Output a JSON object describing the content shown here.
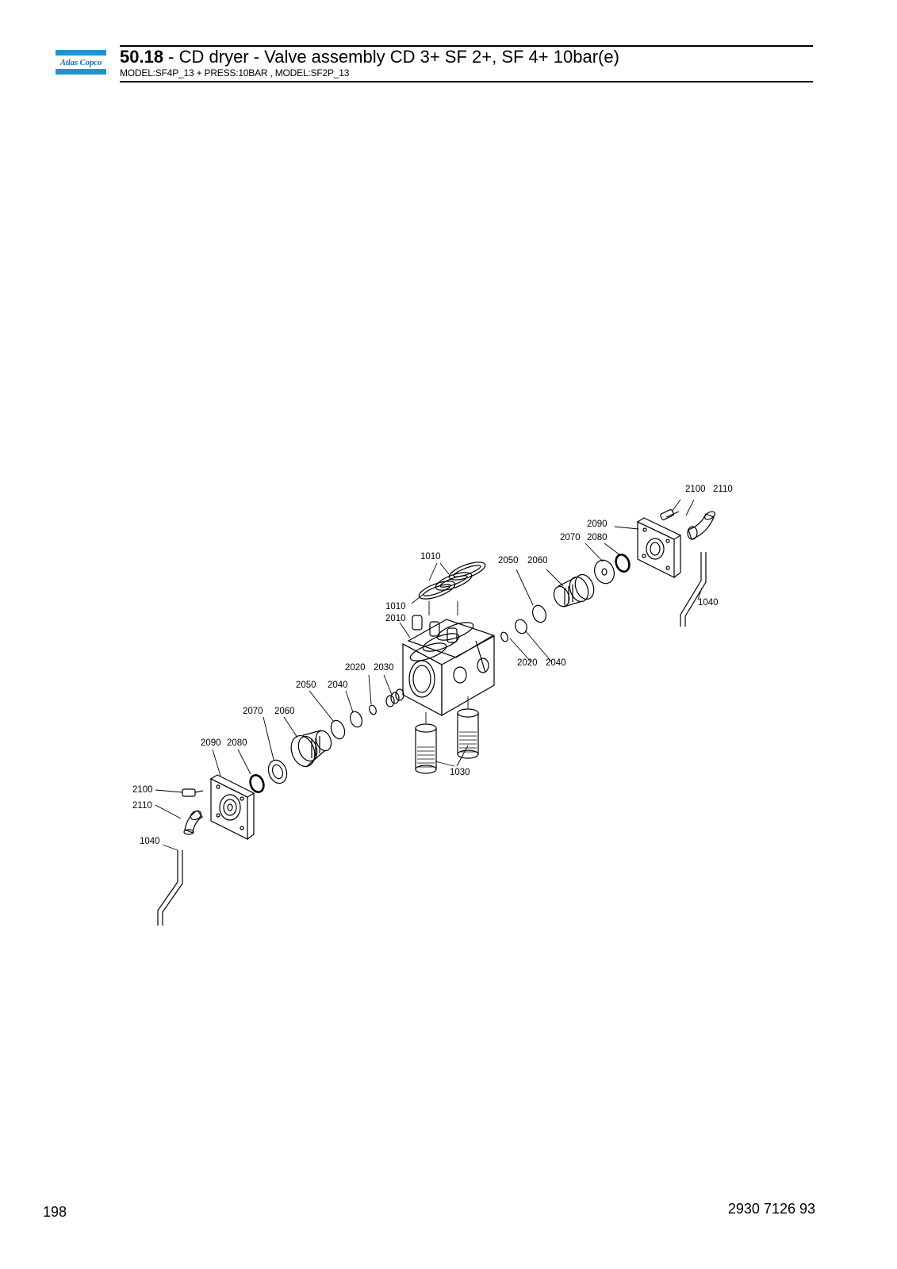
{
  "header": {
    "logo_text": "Atlas Copco",
    "section_number": "50.18",
    "section_title": " - CD dryer - Valve assembly CD 3+ SF 2+, SF 4+ 10bar(e)",
    "models": "MODEL:SF4P_13 + PRESS:10BAR , MODEL:SF2P_13"
  },
  "diagram": {
    "labels": {
      "right_2100": "2100",
      "right_2110": "2110",
      "right_2090": "2090",
      "right_2070": "2070",
      "right_2080": "2080",
      "right_2050": "2050",
      "right_2060": "2060",
      "right_1040": "1040",
      "right_2020": "2020",
      "right_2040": "2040",
      "top_1010": "1010",
      "mid_1010": "1010",
      "body_2010": "2010",
      "left_2020": "2020",
      "left_2030": "2030",
      "left_2050": "2050",
      "left_2040": "2040",
      "left_2070": "2070",
      "left_2060": "2060",
      "left_2090": "2090",
      "left_2080": "2080",
      "left_2100": "2100",
      "left_2110": "2110",
      "left_1040": "1040",
      "bottom_1030": "1030"
    }
  },
  "footer": {
    "page_number": "198",
    "document_number": "2930 7126 93"
  },
  "colors": {
    "brand_blue": "#1e95cf",
    "text": "#000000"
  }
}
